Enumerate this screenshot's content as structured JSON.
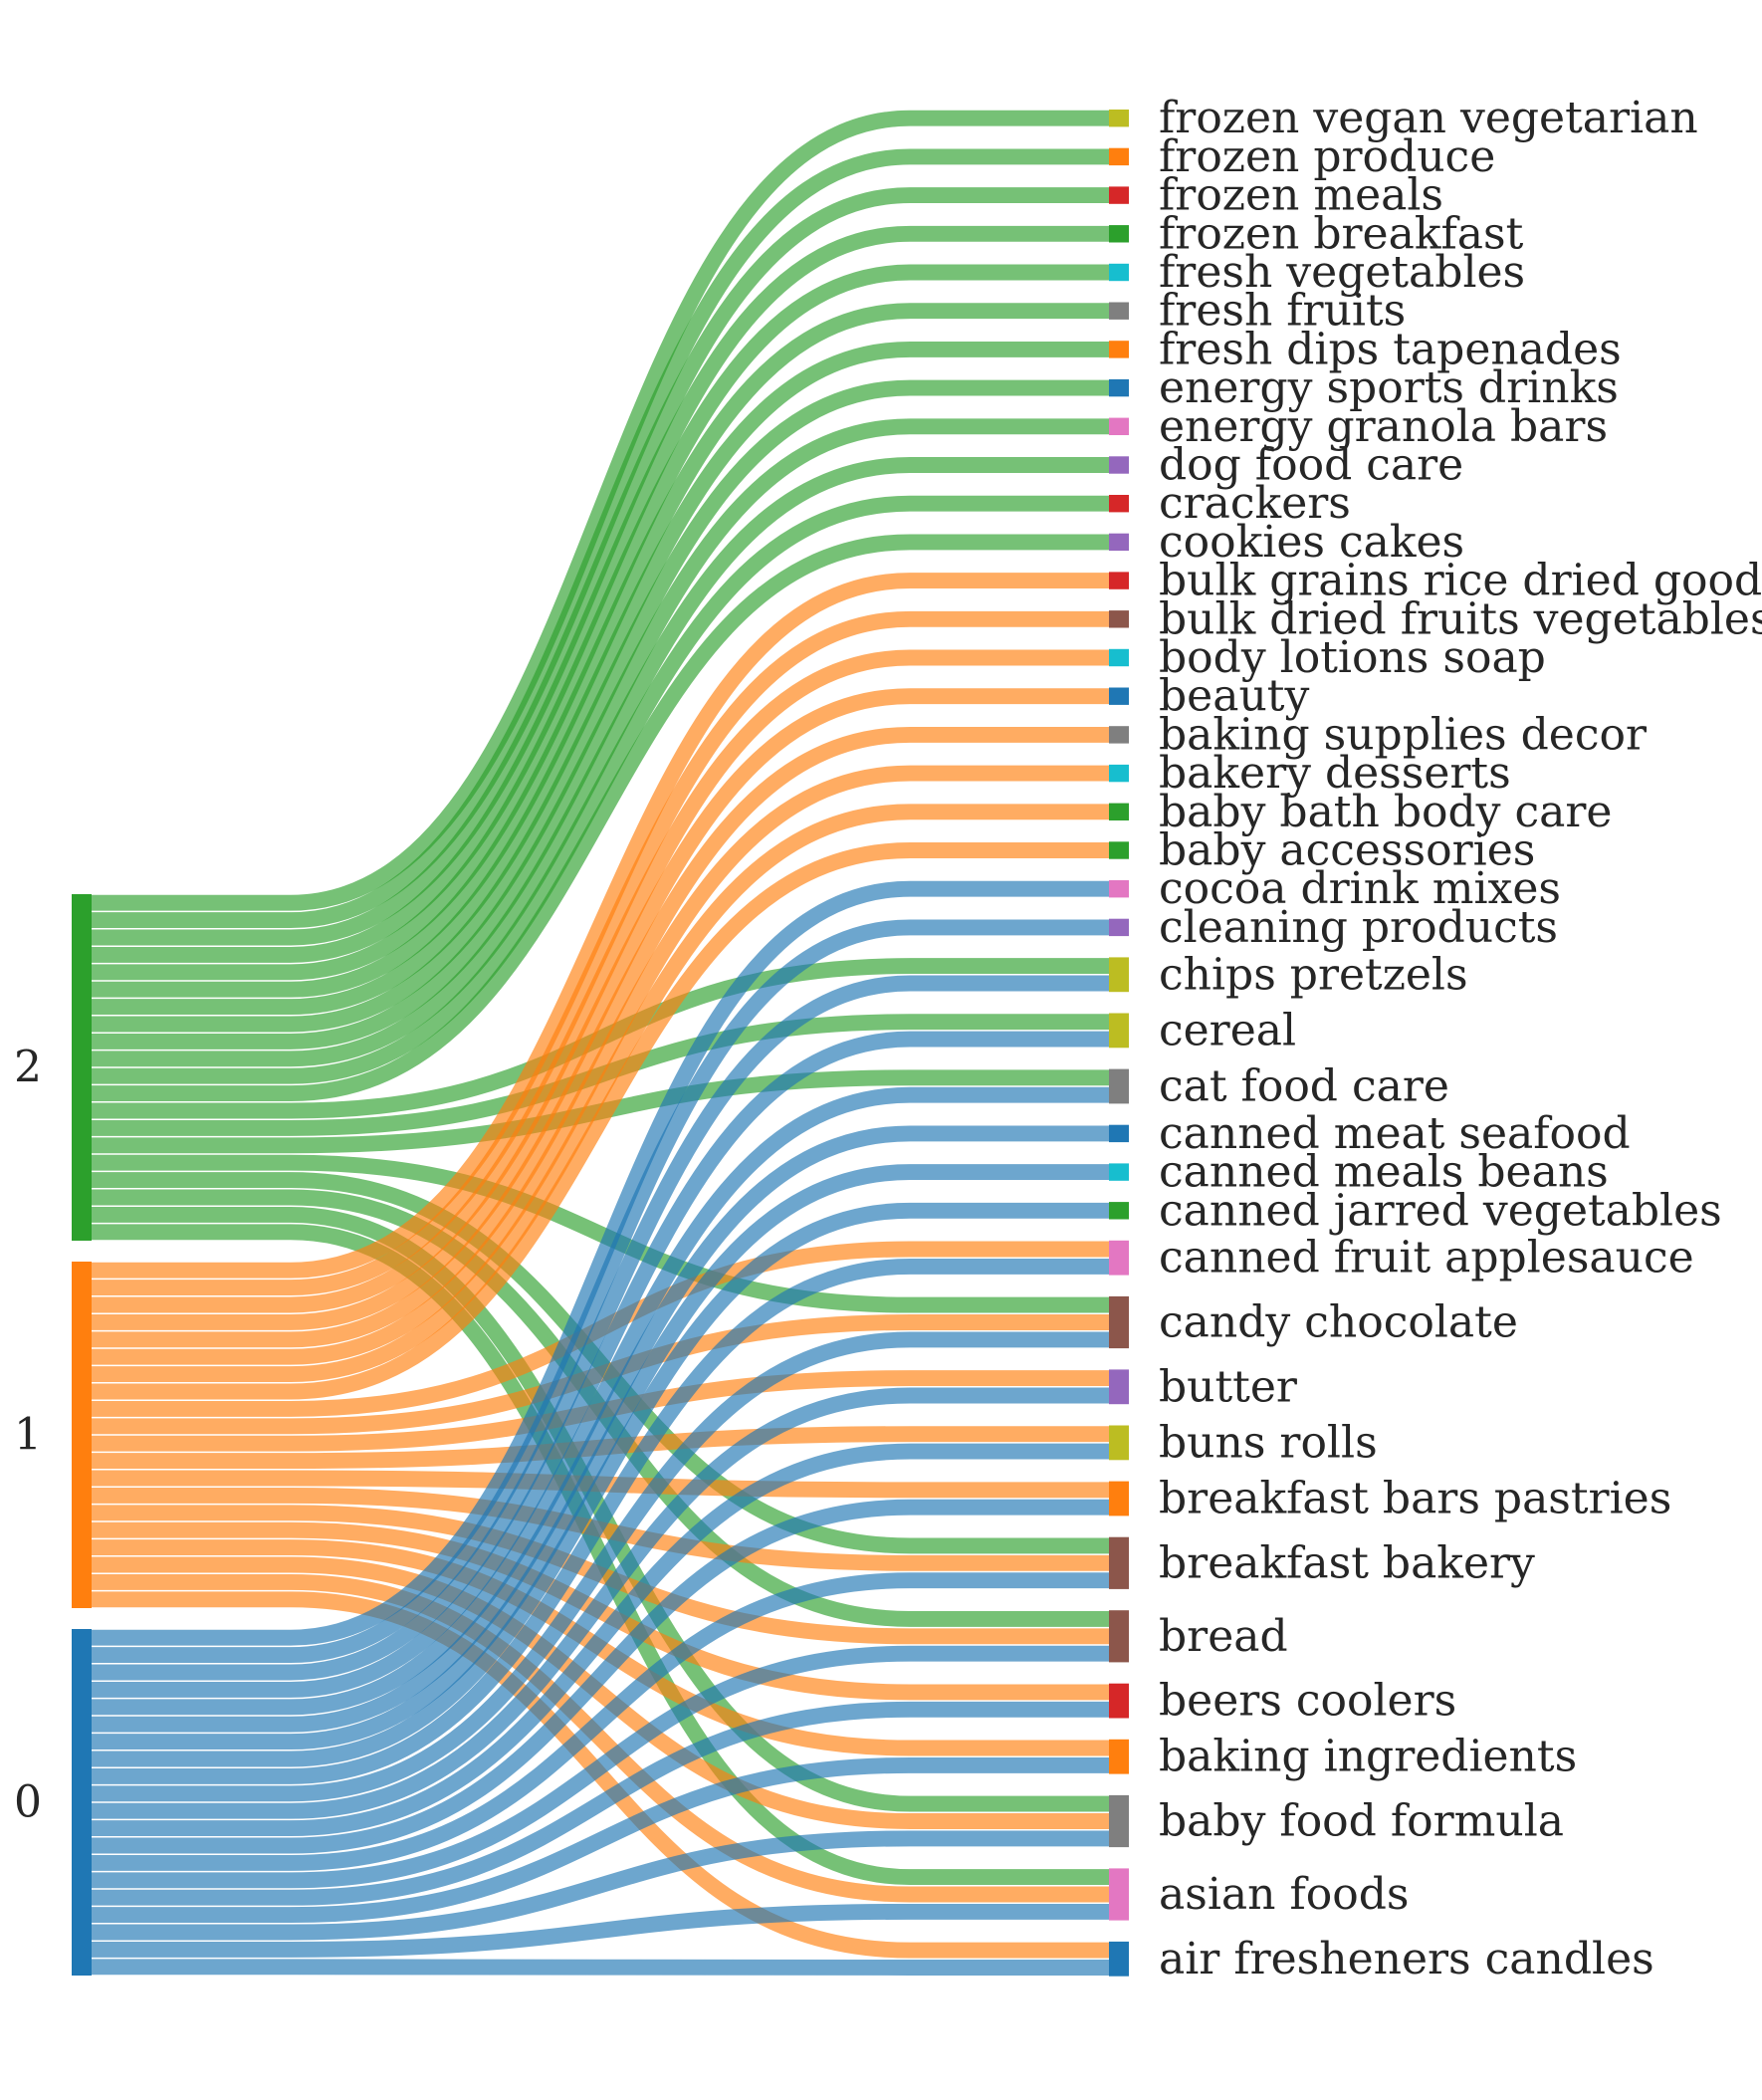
{
  "chart_data": {
    "type": "sankey",
    "sources": [
      {
        "label": "2",
        "color": "#2ca02c"
      },
      {
        "label": "1",
        "color": "#ff7f0e"
      },
      {
        "label": "0",
        "color": "#1f77b4"
      }
    ],
    "targets": [
      {
        "label": "frozen vegan vegetarian",
        "color": "#bcbd22",
        "from": [
          "2"
        ]
      },
      {
        "label": "frozen produce",
        "color": "#ff7f0e",
        "from": [
          "2"
        ]
      },
      {
        "label": "frozen meals",
        "color": "#d62728",
        "from": [
          "2"
        ]
      },
      {
        "label": "frozen breakfast",
        "color": "#2ca02c",
        "from": [
          "2"
        ]
      },
      {
        "label": "fresh vegetables",
        "color": "#17becf",
        "from": [
          "2"
        ]
      },
      {
        "label": "fresh fruits",
        "color": "#7f7f7f",
        "from": [
          "2"
        ]
      },
      {
        "label": "fresh dips tapenades",
        "color": "#ff7f0e",
        "from": [
          "2"
        ]
      },
      {
        "label": "energy sports drinks",
        "color": "#1f77b4",
        "from": [
          "2"
        ]
      },
      {
        "label": "energy granola bars",
        "color": "#e377c2",
        "from": [
          "2"
        ]
      },
      {
        "label": "dog food care",
        "color": "#9467bd",
        "from": [
          "2"
        ]
      },
      {
        "label": "crackers",
        "color": "#d62728",
        "from": [
          "2"
        ]
      },
      {
        "label": "cookies cakes",
        "color": "#9467bd",
        "from": [
          "2"
        ]
      },
      {
        "label": "bulk grains rice dried goods",
        "color": "#d62728",
        "from": [
          "1"
        ]
      },
      {
        "label": "bulk dried fruits vegetables",
        "color": "#8c564b",
        "from": [
          "1"
        ]
      },
      {
        "label": "body lotions soap",
        "color": "#17becf",
        "from": [
          "1"
        ]
      },
      {
        "label": "beauty",
        "color": "#1f77b4",
        "from": [
          "1"
        ]
      },
      {
        "label": "baking supplies decor",
        "color": "#7f7f7f",
        "from": [
          "1"
        ]
      },
      {
        "label": "bakery desserts",
        "color": "#17becf",
        "from": [
          "1"
        ]
      },
      {
        "label": "baby bath body care",
        "color": "#2ca02c",
        "from": [
          "1"
        ]
      },
      {
        "label": "baby accessories",
        "color": "#2ca02c",
        "from": [
          "1"
        ]
      },
      {
        "label": "cocoa drink mixes",
        "color": "#e377c2",
        "from": [
          "0"
        ]
      },
      {
        "label": "cleaning products",
        "color": "#9467bd",
        "from": [
          "0"
        ]
      },
      {
        "label": "chips pretzels",
        "color": "#bcbd22",
        "from": [
          "2",
          "0"
        ]
      },
      {
        "label": "cereal",
        "color": "#bcbd22",
        "from": [
          "2",
          "0"
        ]
      },
      {
        "label": "cat food care",
        "color": "#7f7f7f",
        "from": [
          "2",
          "0"
        ]
      },
      {
        "label": "canned meat seafood",
        "color": "#1f77b4",
        "from": [
          "0"
        ]
      },
      {
        "label": "canned meals beans",
        "color": "#17becf",
        "from": [
          "0"
        ]
      },
      {
        "label": "canned jarred vegetables",
        "color": "#2ca02c",
        "from": [
          "0"
        ]
      },
      {
        "label": "canned fruit applesauce",
        "color": "#e377c2",
        "from": [
          "1",
          "0"
        ]
      },
      {
        "label": "candy chocolate",
        "color": "#8c564b",
        "from": [
          "2",
          "1",
          "0"
        ]
      },
      {
        "label": "butter",
        "color": "#9467bd",
        "from": [
          "1",
          "0"
        ]
      },
      {
        "label": "buns rolls",
        "color": "#bcbd22",
        "from": [
          "1",
          "0"
        ]
      },
      {
        "label": "breakfast bars pastries",
        "color": "#ff7f0e",
        "from": [
          "1",
          "0"
        ]
      },
      {
        "label": "breakfast bakery",
        "color": "#8c564b",
        "from": [
          "2",
          "1",
          "0"
        ]
      },
      {
        "label": "bread",
        "color": "#8c564b",
        "from": [
          "2",
          "1",
          "0"
        ]
      },
      {
        "label": "beers coolers",
        "color": "#d62728",
        "from": [
          "1",
          "0"
        ]
      },
      {
        "label": "baking ingredients",
        "color": "#ff7f0e",
        "from": [
          "1",
          "0"
        ]
      },
      {
        "label": "baby food formula",
        "color": "#7f7f7f",
        "from": [
          "2",
          "1",
          "0"
        ]
      },
      {
        "label": "asian foods",
        "color": "#e377c2",
        "from": [
          "2",
          "1",
          "0"
        ]
      },
      {
        "label": "air fresheners candles",
        "color": "#1f77b4",
        "from": [
          "1",
          "0"
        ]
      }
    ],
    "link_value": 1
  }
}
